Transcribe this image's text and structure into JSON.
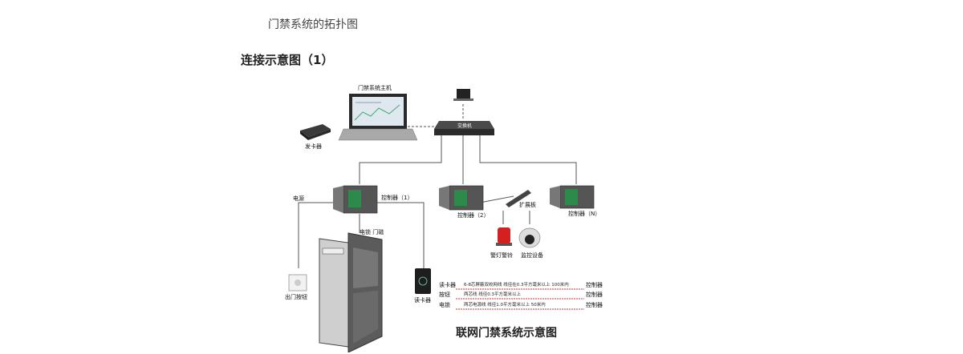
{
  "header": {
    "title": "门禁系统的拓扑图",
    "subtitle": "连接示意图（1）"
  },
  "diagram": {
    "host_label": "门禁系统主机",
    "card_issuer_label": "发卡器",
    "switch_label": "交换机",
    "power_label": "电源",
    "controller1_label": "控制器（1）",
    "controller2_label": "控制器（2）",
    "controllerN_label": "控制器（N）",
    "expansion_label": "扩展板",
    "lock_label": "电锁 门磁",
    "exit_button_label": "出门按钮",
    "reader_label": "读卡器",
    "alarm_label": "警灯警铃",
    "camera_label": "监控设备",
    "wiring": [
      {
        "from": "读卡器",
        "spec": "6-8芯屏蔽双绞网线  线径在0.3平方毫米以上  100米内",
        "to": "控制器"
      },
      {
        "from": "按钮",
        "spec": "两芯线  线径0.3平方毫米以上",
        "to": "控制器"
      },
      {
        "from": "电锁",
        "spec": "两芯电源线  线径1.0平方毫米以上  50米内",
        "to": "控制器"
      }
    ],
    "caption": "联网门禁系统示意图"
  }
}
